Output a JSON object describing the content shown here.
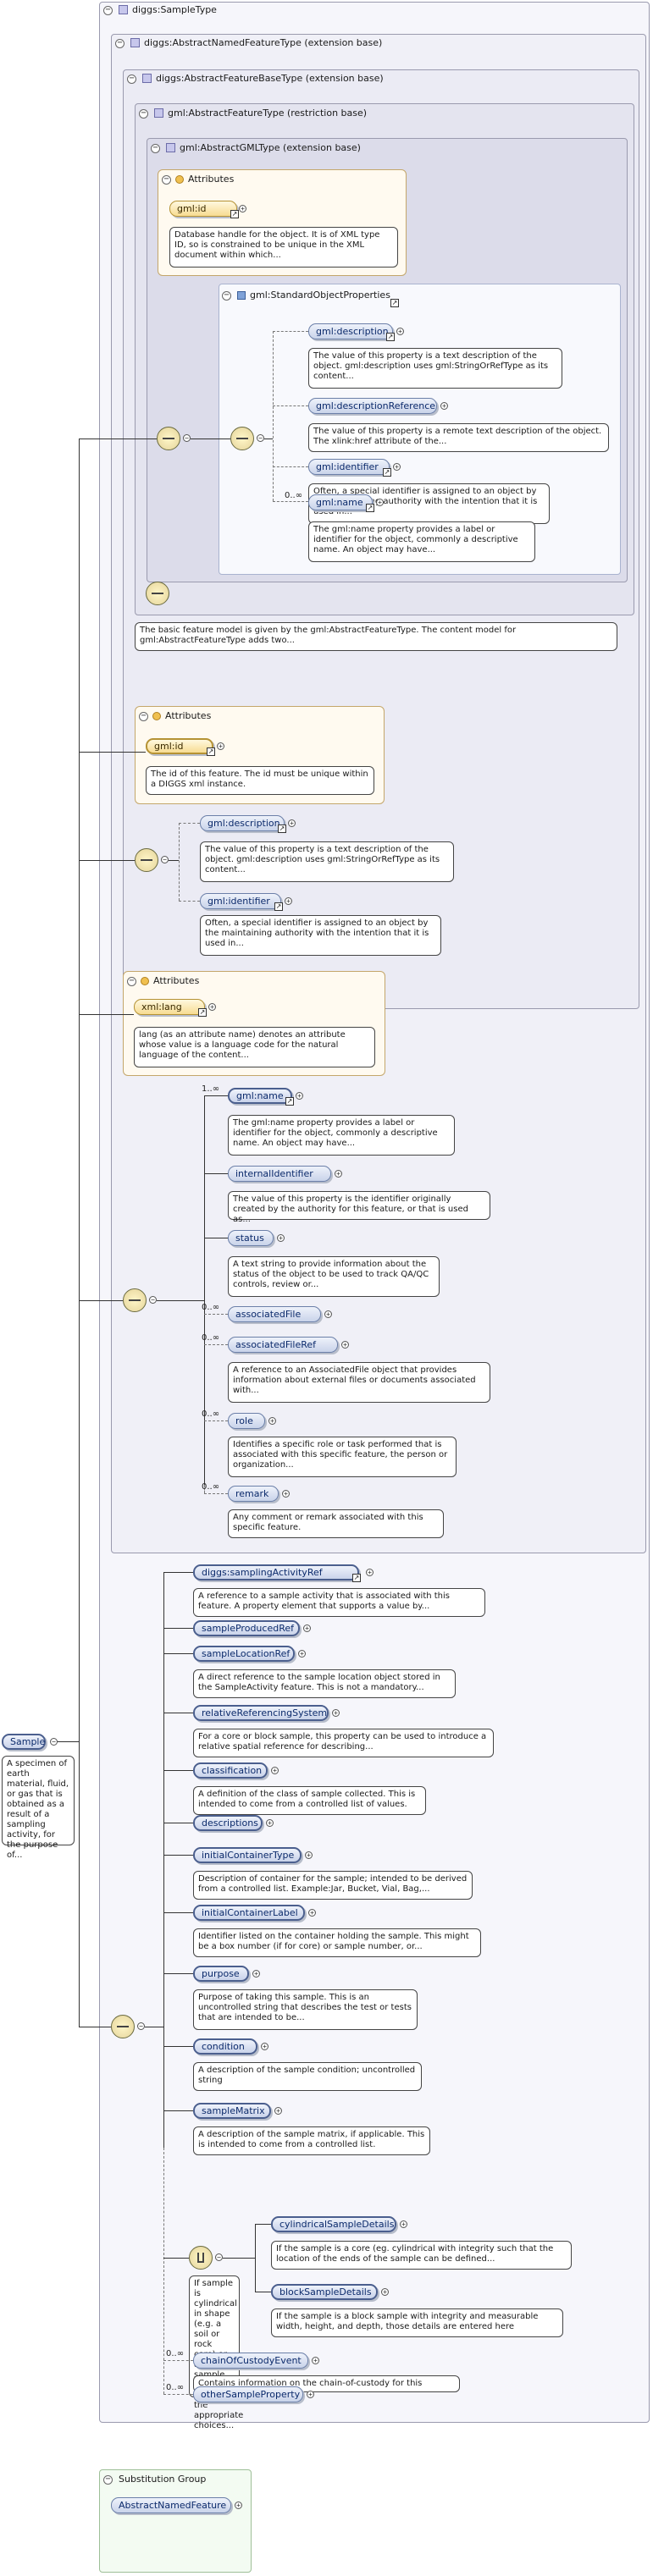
{
  "frames": {
    "sample_type": "diggs:SampleType",
    "abstract_named": "diggs:AbstractNamedFeatureType (extension base)",
    "abstract_feature_base": "diggs:AbstractFeatureBaseType (extension base)",
    "gml_feature": "gml:AbstractFeatureType (restriction base)",
    "gml_gml": "gml:AbstractGMLType (extension base)",
    "standard_props": "gml:StandardObjectProperties",
    "substitution_group": "Substitution Group"
  },
  "attributes_label": "Attributes",
  "attr_gml_id": {
    "name": "gml:id",
    "desc": "Database handle for the object. It is of XML type ID, so is constrained to be unique in the XML document within which..."
  },
  "std_elements": [
    {
      "name": "gml:description",
      "desc": "The value of this property is a text description of the object. gml:description uses gml:StringOrRefType as its content..."
    },
    {
      "name": "gml:descriptionReference",
      "desc": "The value of this property is a remote text description of the object. The xlink:href attribute of the..."
    },
    {
      "name": "gml:identifier",
      "desc": "Often, a special identifier is assigned to an object by the maintaining authority with the intention that it is used in..."
    },
    {
      "name": "gml:name",
      "mult": "0..∞",
      "desc": "The gml:name property provides a label or identifier for the object, commonly a descriptive name. An object may have..."
    }
  ],
  "gml_feature_desc": "The basic feature model is given by the gml:AbstractFeatureType. The content model for gml:AbstractFeatureType adds two...",
  "attr_gml_id_required": {
    "name": "gml:id",
    "desc": "The id of this feature. The id must be unique within a DIGGS xml instance."
  },
  "base_elements": [
    {
      "name": "gml:description",
      "desc": "The value of this property is a text description of the object. gml:description uses gml:StringOrRefType as its content..."
    },
    {
      "name": "gml:identifier",
      "desc": "Often, a special identifier is assigned to an object by the maintaining authority with the intention that it is used in..."
    }
  ],
  "attr_xml_lang": {
    "name": "xml:lang",
    "desc": "lang (as an attribute name) denotes an attribute whose value is a language code for the natural language of the content..."
  },
  "named_elements": [
    {
      "name": "gml:name",
      "mult": "1..∞",
      "desc": "The gml:name property provides a label or identifier for the object, commonly a descriptive name. An object may have..."
    },
    {
      "name": "internalIdentifier",
      "desc": "The value of this property is the identifier originally created by the authority for this feature, or that is used as..."
    },
    {
      "name": "status",
      "desc": "A text string to provide information about the status of the object to be used to track QA/QC controls, review or..."
    },
    {
      "name": "associatedFile",
      "mult": "0..∞",
      "desc": ""
    },
    {
      "name": "associatedFileRef",
      "mult": "0..∞",
      "desc": "A reference to an AssociatedFile object that provides information about external files or documents associated with..."
    },
    {
      "name": "role",
      "mult": "0..∞",
      "desc": "Identifies a specific role or task performed that is associated with this specific feature, the person or organization..."
    },
    {
      "name": "remark",
      "mult": "0..∞",
      "desc": "Any comment or remark associated with this specific feature."
    }
  ],
  "sample_elements": [
    {
      "name": "diggs:samplingActivityRef",
      "desc": "A reference to a sample activity that is associated with this feature. A property element that supports a value by..."
    },
    {
      "name": "sampleProducedRef",
      "desc": ""
    },
    {
      "name": "sampleLocationRef",
      "desc": "A direct reference to the sample location object stored in the SampleActivity feature. This is not a mandatory..."
    },
    {
      "name": "relativeReferencingSystem",
      "desc": "For a core or block sample, this property can be used to introduce a relative spatial reference for describing..."
    },
    {
      "name": "classification",
      "desc": "A definition of the class of sample collected. This is intended to come from a controlled list of values."
    },
    {
      "name": "descriptions",
      "desc": ""
    },
    {
      "name": "initialContainerType",
      "desc": "Description of container for the sample; intended to be derived from a controlled list. Example:Jar, Bucket, Vial, Bag,..."
    },
    {
      "name": "initialContainerLabel",
      "desc": "Identifier listed on the container holding the sample. This might be a box number (if for core) or sample number, or..."
    },
    {
      "name": "purpose",
      "desc": "Purpose of taking this sample. This is an uncontrolled string that describes the test or tests that are intended to be..."
    },
    {
      "name": "condition",
      "desc": "A description of the sample condition; uncontrolled string"
    },
    {
      "name": "sampleMatrix",
      "desc": "A description of the sample matrix, if applicable. This is intended to come from a controlled list."
    }
  ],
  "choice": {
    "desc": "If sample is cylindrical in shape (e.g. a soil or rock core) or a block sample, select one of the appropriate choices...",
    "items": [
      {
        "name": "cylindricalSampleDetails",
        "desc": "If the sample is a core (eg. cylindrical with integrity such that the location of the ends of the sample can be defined..."
      },
      {
        "name": "blockSampleDetails",
        "desc": "If the sample is a block sample with integrity and measurable width, height, and depth, those details are entered here"
      }
    ]
  },
  "chain_of_custody": {
    "name": "chainOfCustodyEvent",
    "mult": "0..∞",
    "desc": "Contains information on the chain-of-custody for this sample"
  },
  "other_property": {
    "name": "otherSampleProperty",
    "mult": "0..∞"
  },
  "root": {
    "name": "Sample",
    "desc": "A specimen of earth material, fluid, or gas that is obtained as a result of a sampling activity, for the purpose of..."
  },
  "substitution_element": "AbstractNamedFeature"
}
